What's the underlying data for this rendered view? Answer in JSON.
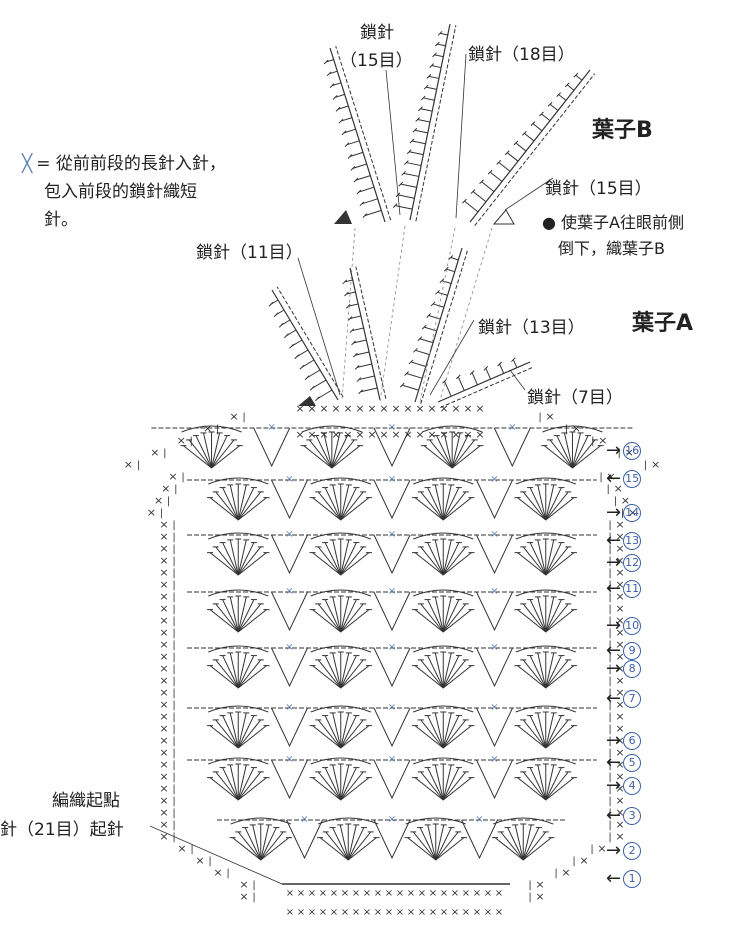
{
  "labels": {
    "leaf_b_title": "葉子B",
    "leaf_a_title": "葉子A",
    "chain15_top": "鎖針",
    "chain15_top_count": "（15目）",
    "chain18": "鎖針（18目）",
    "chain15_right": "鎖針（15目）",
    "chain11": "鎖針（11目）",
    "chain13": "鎖針（13目）",
    "chain7": "鎖針（7目）",
    "start_point": "編織起點",
    "start_chain": "針（21目）起針"
  },
  "legend": {
    "symbol": "╳",
    "line1": "= 從前前段的長針入針，",
    "line2": "包入前段的鎖針織短",
    "line3": "針。"
  },
  "note": {
    "line1": "● 使葉子A往眼前側",
    "line2": "倒下，織葉子B"
  },
  "rows": [
    {
      "num": "1",
      "dir": "left"
    },
    {
      "num": "2",
      "dir": "right"
    },
    {
      "num": "3",
      "dir": "left"
    },
    {
      "num": "4",
      "dir": "right"
    },
    {
      "num": "5",
      "dir": "left"
    },
    {
      "num": "6",
      "dir": "right"
    },
    {
      "num": "7",
      "dir": "left"
    },
    {
      "num": "8",
      "dir": "right"
    },
    {
      "num": "9",
      "dir": "left"
    },
    {
      "num": "10",
      "dir": "right"
    },
    {
      "num": "11",
      "dir": "left"
    },
    {
      "num": "12",
      "dir": "right"
    },
    {
      "num": "13",
      "dir": "left"
    },
    {
      "num": "14",
      "dir": "right"
    },
    {
      "num": "15",
      "dir": "left"
    },
    {
      "num": "16",
      "dir": "right"
    }
  ],
  "colors": {
    "accent": "#3b5fa8",
    "stitch": "#333333",
    "pale": "#5b7fb5"
  }
}
